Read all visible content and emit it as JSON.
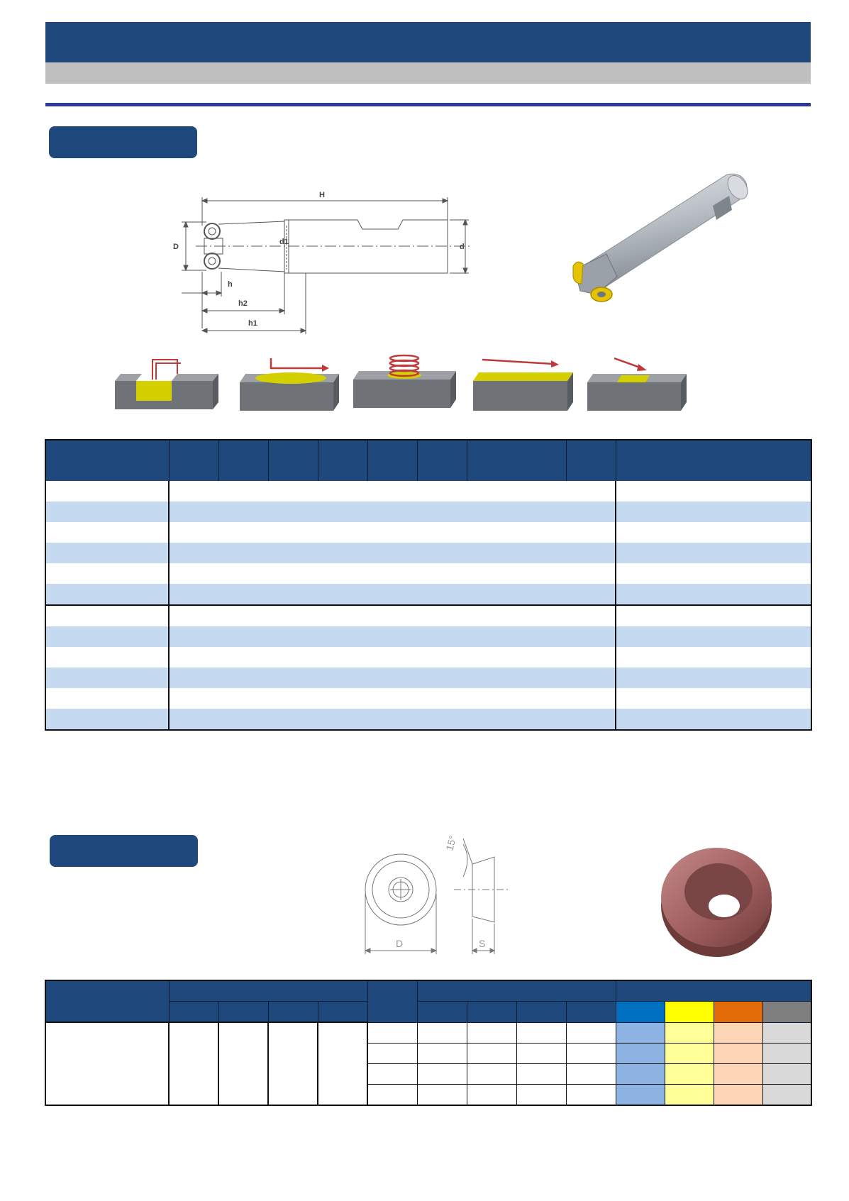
{
  "drawing1": {
    "labels": {
      "H": "H",
      "D": "D",
      "d1": "d1",
      "d": "d",
      "h": "h",
      "h2": "h2",
      "h1": "h1"
    }
  },
  "drawing2": {
    "labels": {
      "angle": "15°",
      "D": "D",
      "S": "S"
    }
  },
  "colors": {
    "navy": "#1f497d",
    "grey_band": "#bfbfbf",
    "rule_blue": "#2b3a96",
    "row_alt": "#c5d9f1",
    "grade_blue": "#0070c0",
    "grade_yellow": "#ffff00",
    "grade_orange": "#e36c09",
    "grade_grey": "#7f7f7f",
    "grade_blue_light": "#8db4e2",
    "grade_yellow_light": "#ffff99",
    "grade_orange_light": "#fcd5b4",
    "grade_grey_light": "#d9d9d9",
    "insert_pink": "#9b5a5a",
    "insert_yellow": "#e6c300",
    "work_yellow": "#d4d000",
    "work_grey": "#7a7d80",
    "arrow_red": "#c0393b"
  }
}
